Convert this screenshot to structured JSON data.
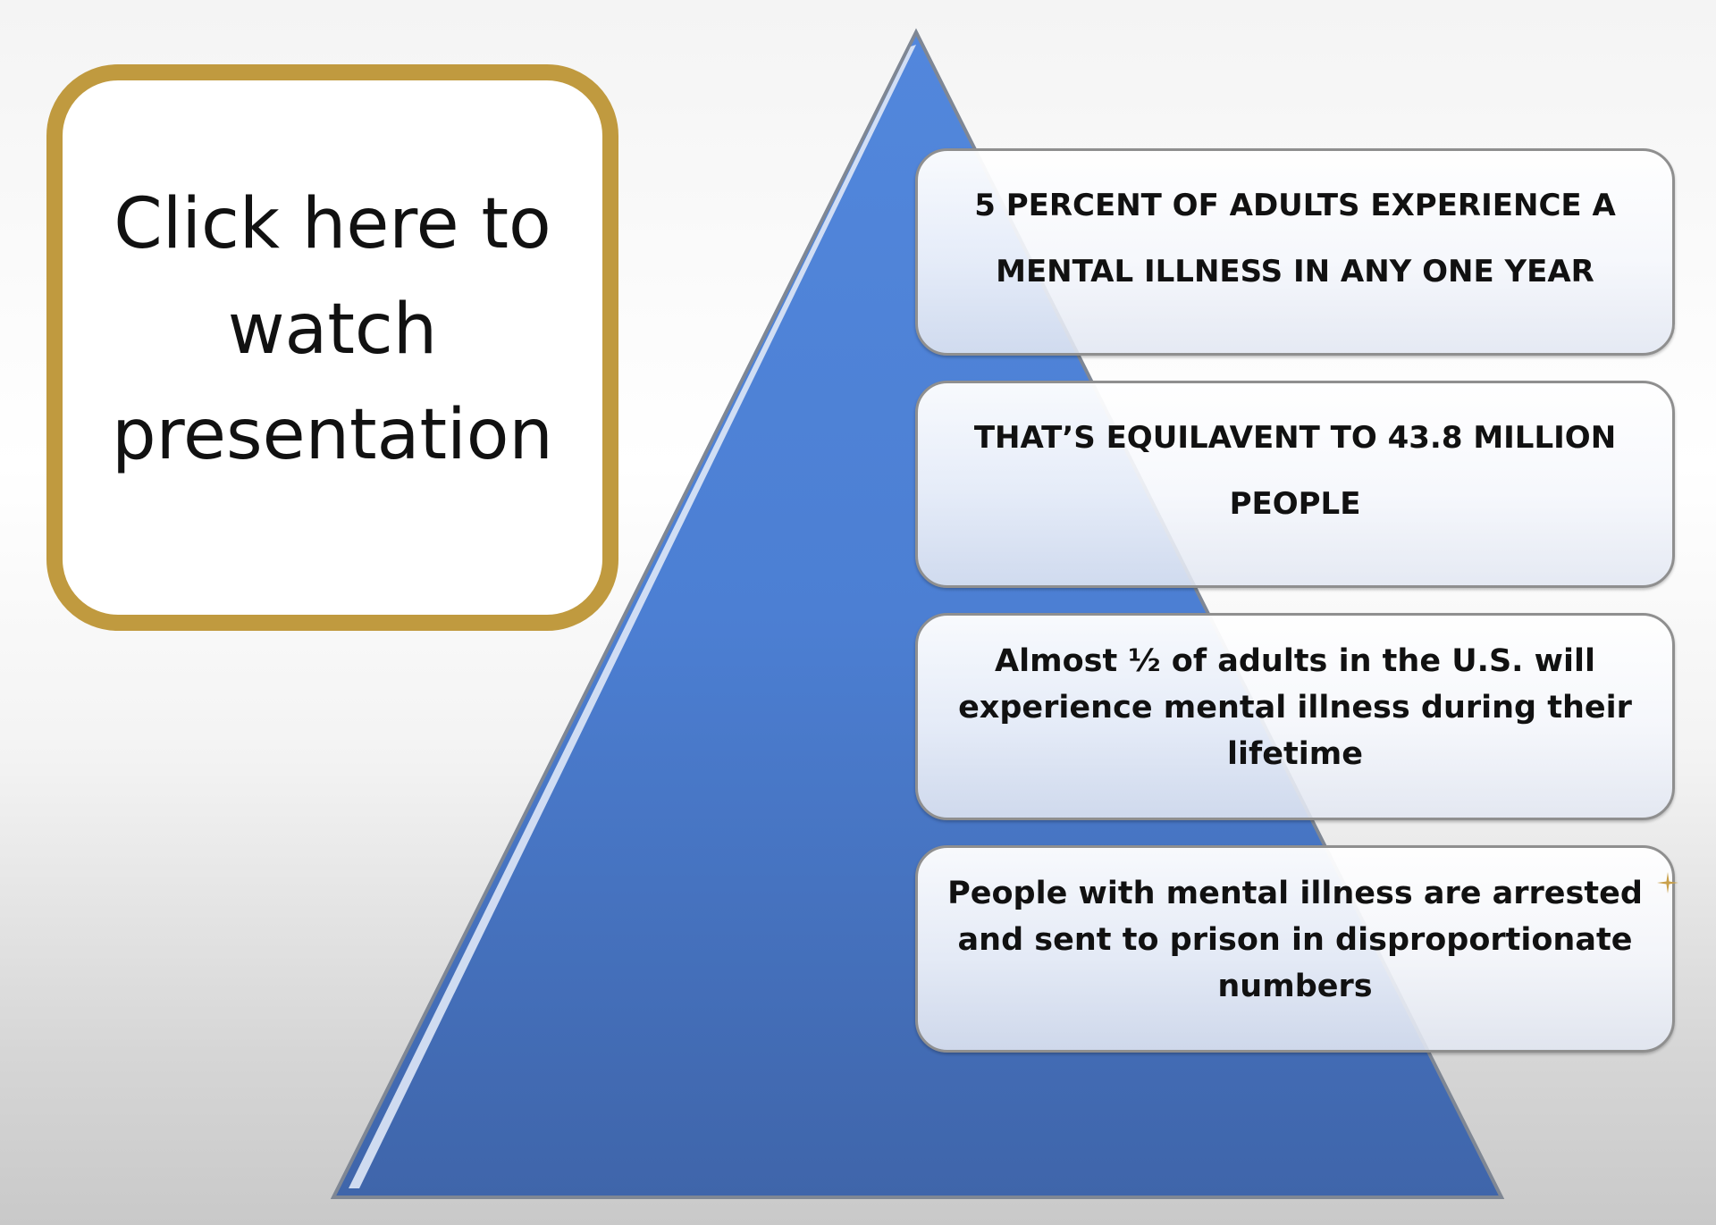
{
  "watch_button": {
    "label": "Click here to watch presentation",
    "border_color": "#c09a3f"
  },
  "pyramid": {
    "fill_color": "#4a7bcf",
    "boxes": [
      {
        "text": "5 PERCENT OF ADULTS EXPERIENCE A MENTAL ILLNESS IN ANY ONE YEAR"
      },
      {
        "text": "THAT’S EQUILAVENT TO 43.8 MILLION PEOPLE"
      },
      {
        "text": "Almost ½ of adults in the U.S. will experience mental illness during their lifetime"
      },
      {
        "text": "People with mental illness are arrested and sent to prison in disproportionate numbers"
      }
    ]
  },
  "icons": {
    "sparkle": "sparkle-icon"
  }
}
